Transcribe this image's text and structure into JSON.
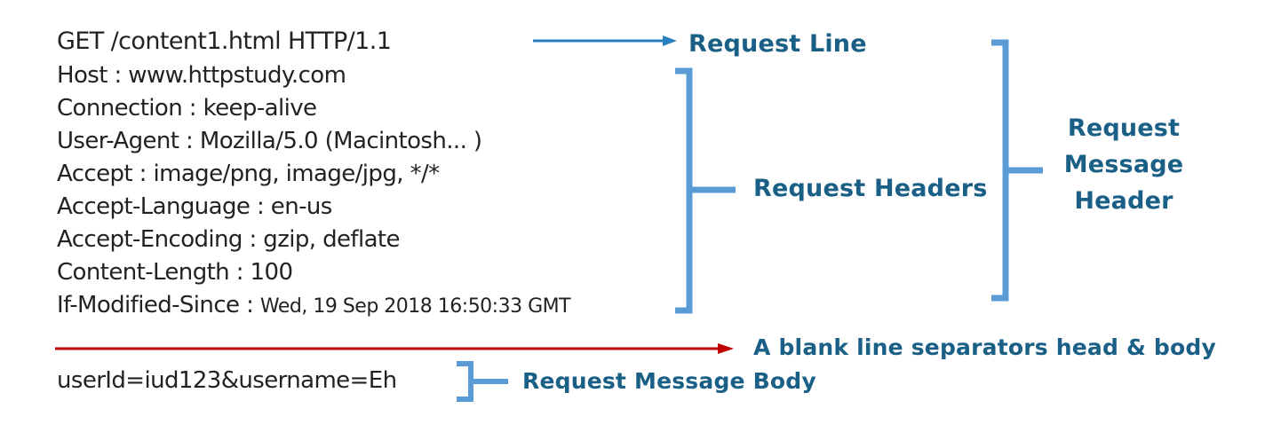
{
  "request_lines": [
    "GET /content1.html HTTP/1.1",
    "Host : www.httpstudy.com",
    "Connection : keep-alive",
    "User-Agent : Mozilla/5.0 (Macintosh... )",
    "Accept : image/png, image/jpg, */*",
    "Accept-Language : en-us",
    "Accept-Encoding : gzip, deflate",
    "Content-Length : 100"
  ],
  "if_modified": {
    "key": "If-Modified-Since : ",
    "value": "Wed, 19 Sep 2018 16:50:33 GMT"
  },
  "body_line": "userId=iud123&username=Eh",
  "labels": {
    "request_line": "Request Line",
    "request_headers": "Request Headers",
    "message_header_1": "Request",
    "message_header_2": "Message",
    "message_header_3": "Header",
    "blank_line": "A blank line separators head & body",
    "message_body": "Request Message Body"
  },
  "colors": {
    "label_text": "#1a5f86",
    "blue_arrow": "#2a7fc0",
    "bracket": "#5b9bd5",
    "red_arrow": "#c00000"
  }
}
